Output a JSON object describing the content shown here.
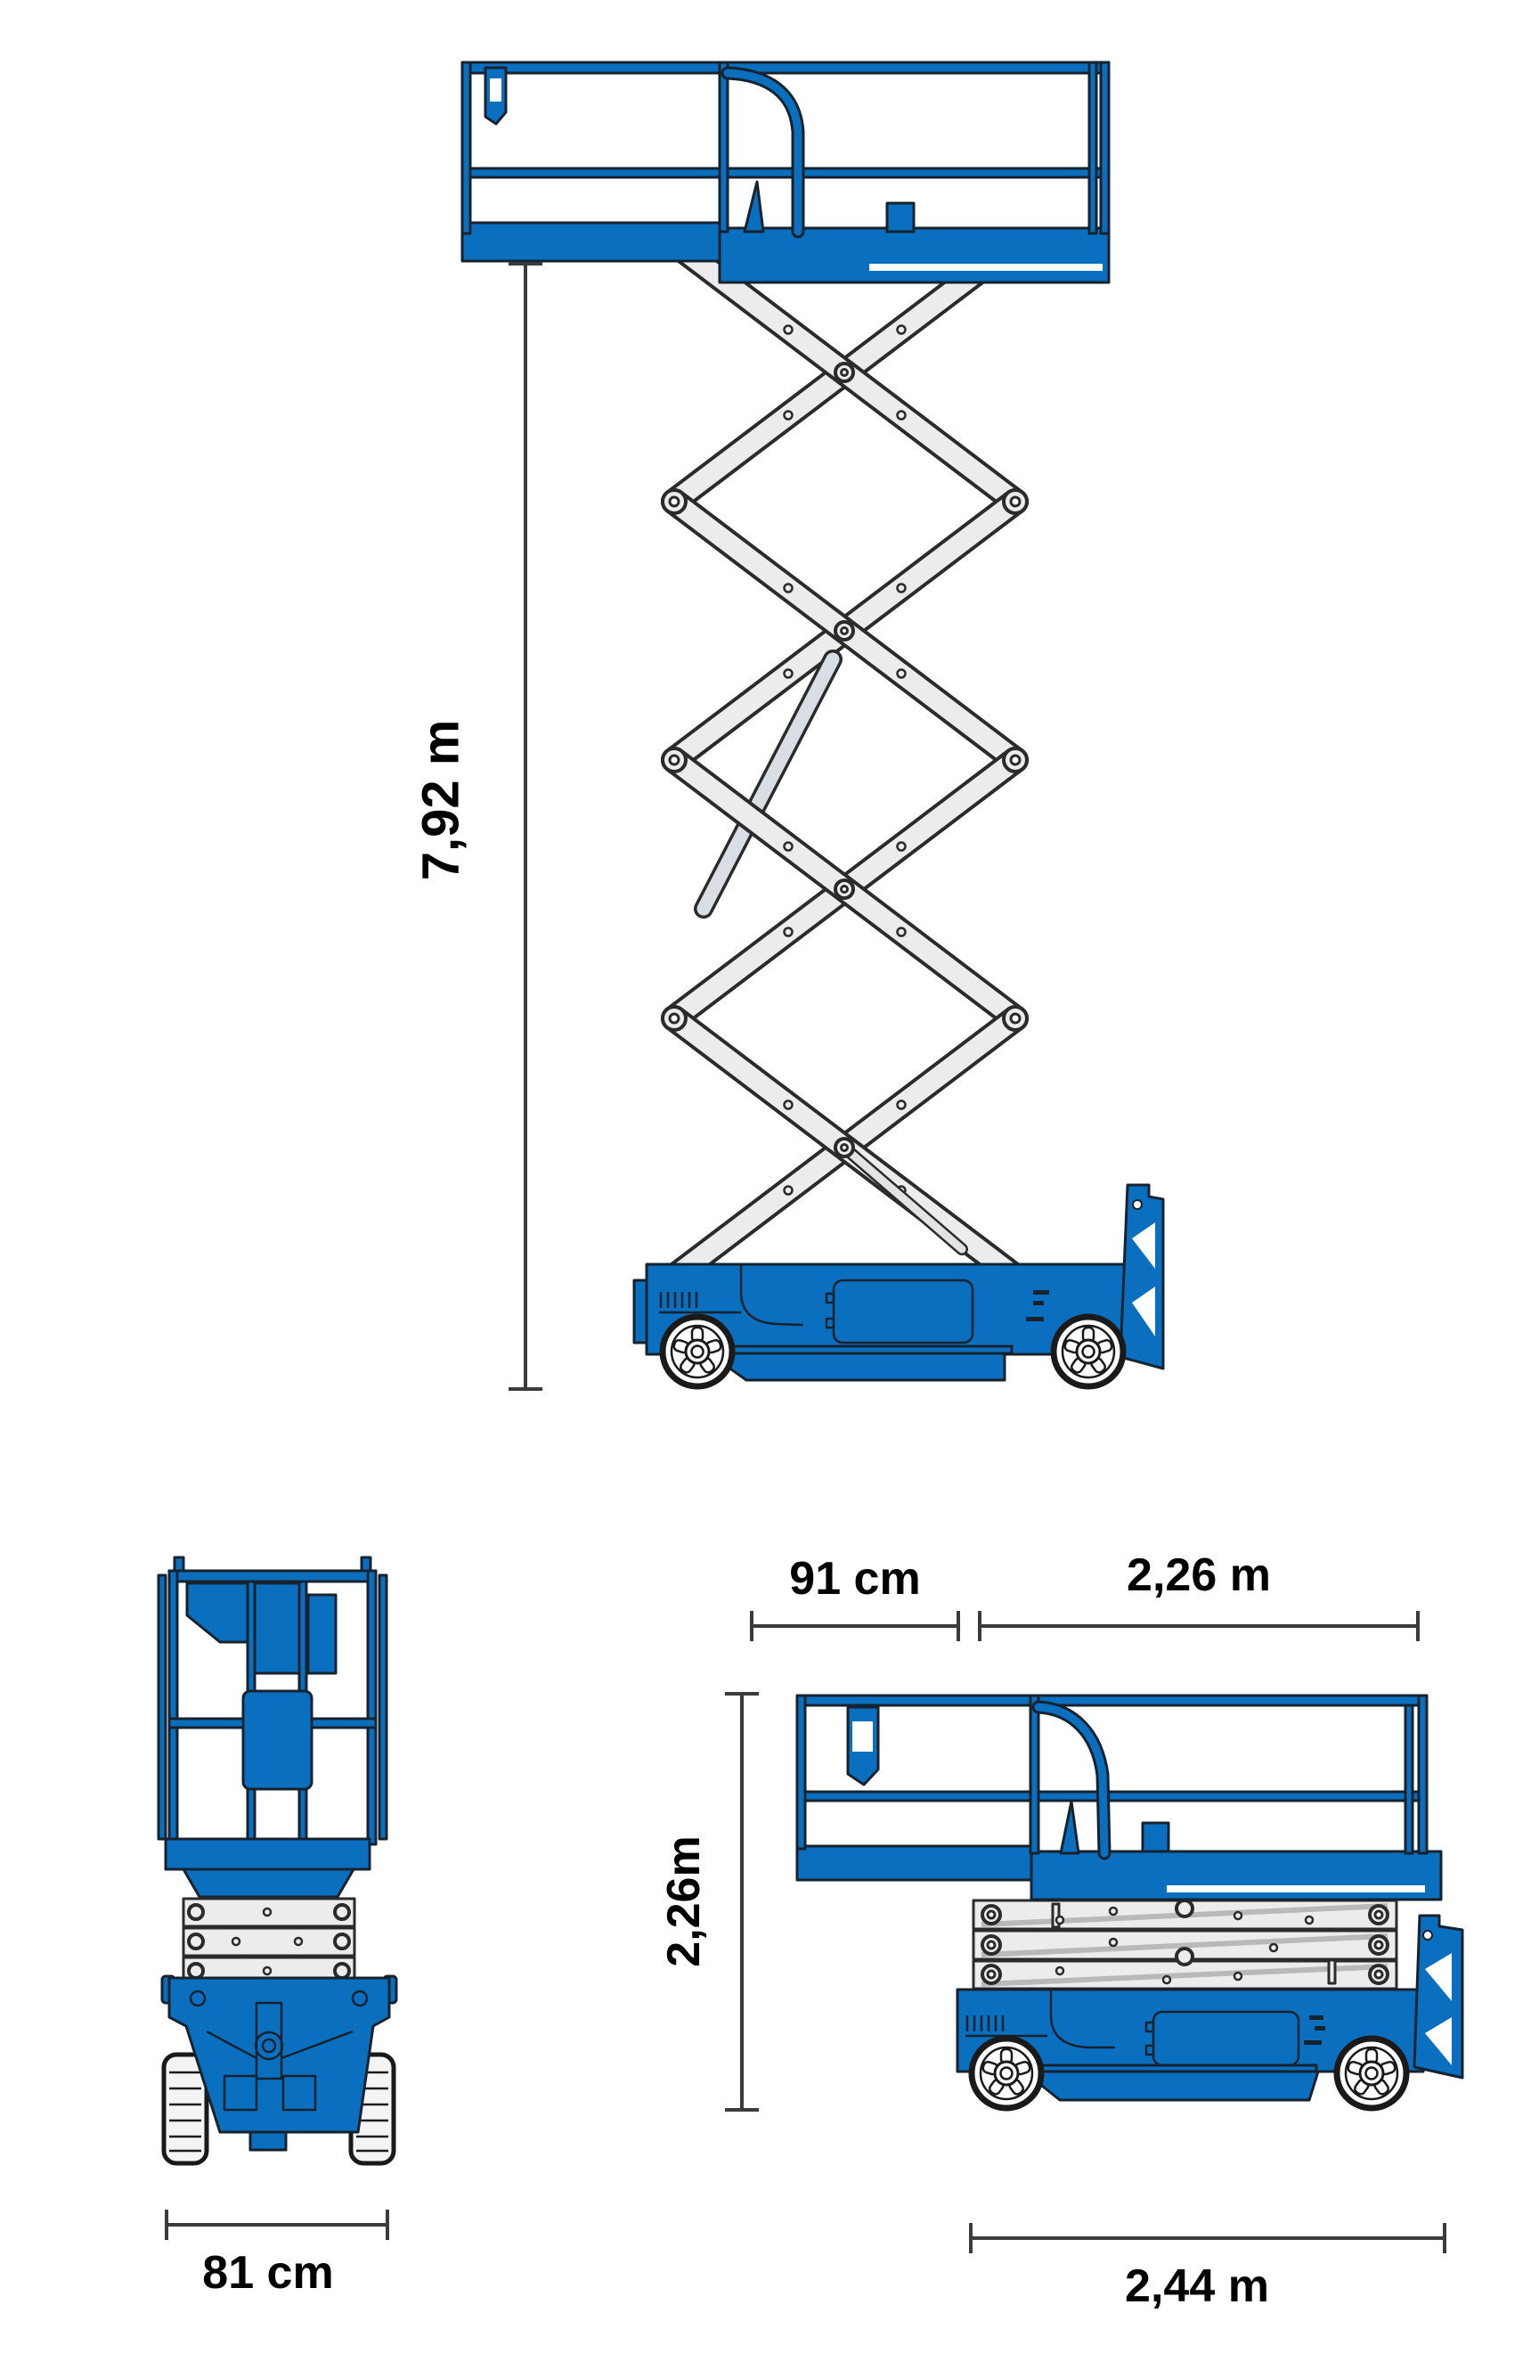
{
  "page": {
    "background_color": "#ffffff"
  },
  "diagram": {
    "colors": {
      "machine_blue": "#0a6fbe",
      "scissor_gray": "#ececec",
      "outline_dark": "#16222e",
      "dimension_line": "#3b3b3b",
      "label_text": "#000000"
    },
    "views": {
      "side_extended": {
        "dimensions": {
          "height": {
            "label": "7,92 m"
          }
        }
      },
      "front_stowed": {
        "dimensions": {
          "width": {
            "label": "81 cm"
          }
        }
      },
      "side_stowed": {
        "dimensions": {
          "extension": {
            "label": "91 cm"
          },
          "platform_length": {
            "label": "2,26 m"
          },
          "height": {
            "label": "2,26m"
          },
          "length": {
            "label": "2,44 m"
          }
        }
      }
    }
  }
}
